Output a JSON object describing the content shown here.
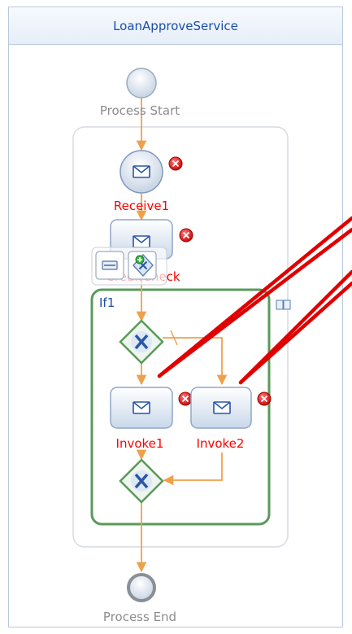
{
  "process": {
    "title": "LoanApproveService",
    "start_label": "Process Start",
    "end_label": "Process End"
  },
  "activities": {
    "receive1": "Receive1",
    "creditcheck": "CreditCheck",
    "invoke1": "Invoke1",
    "invoke2": "Invoke2"
  },
  "if_block": {
    "label": "If1"
  },
  "icons": {
    "envelope": "envelope-icon",
    "error": "error-icon",
    "gateway": "x-gateway-icon",
    "collapse": "collapse-icon",
    "add_branch": "add-branch-icon",
    "book": "documentation-icon"
  },
  "colors": {
    "title": "#1a4ea8",
    "flow_line": "#f0a04b",
    "error_label": "#ff0000",
    "block_label": "#1a4ea8",
    "if_border": "#5a9a5a",
    "annotation": "#e00000"
  }
}
